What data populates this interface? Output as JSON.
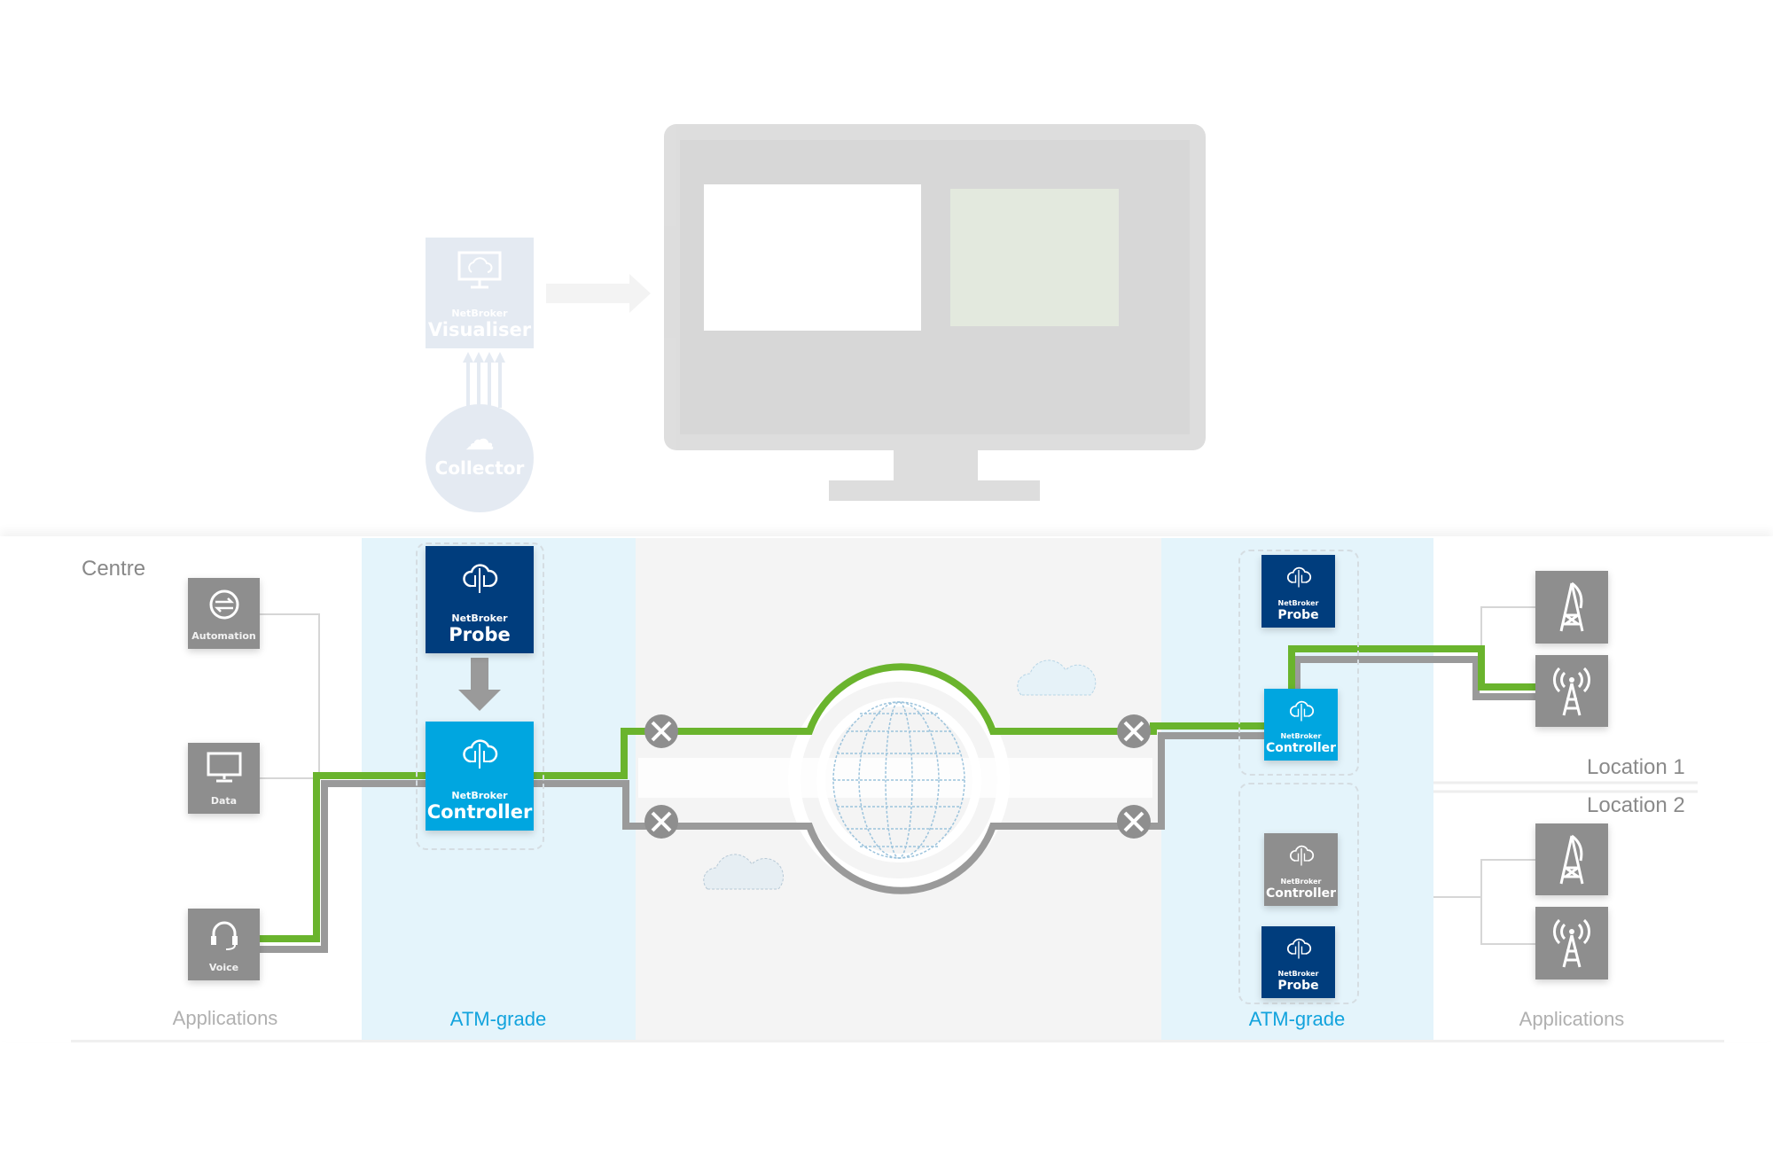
{
  "top": {
    "visualiser": {
      "brand": "NetBroker",
      "name": "Visualiser"
    },
    "collector": {
      "name": "Collector"
    }
  },
  "centre": {
    "title": "Centre",
    "apps": [
      {
        "label": "Automation",
        "icon": "airplanes-cycle-icon"
      },
      {
        "label": "Data",
        "icon": "monitor-icon"
      },
      {
        "label": "Voice",
        "icon": "headset-icon"
      }
    ],
    "apps_label": "Applications",
    "probe": {
      "brand": "NetBroker",
      "name": "Probe"
    },
    "controller": {
      "brand": "NetBroker",
      "name": "Controller"
    },
    "grade_label": "ATM-grade"
  },
  "remote": {
    "probe_top": {
      "brand": "NetBroker",
      "name": "Probe"
    },
    "controller_active": {
      "brand": "NetBroker",
      "name": "Controller"
    },
    "controller_standby": {
      "brand": "NetBroker",
      "name": "Controller"
    },
    "probe_bottom": {
      "brand": "NetBroker",
      "name": "Probe"
    },
    "grade_label": "ATM-grade",
    "location1": "Location 1",
    "location2": "Location 2",
    "apps_label": "Applications"
  },
  "colors": {
    "primary_path": "#6ab42d",
    "backup_path": "#999999",
    "probe": "#003d7d",
    "controller": "#00a6e0",
    "atm_zone": "#e4f4fb"
  }
}
